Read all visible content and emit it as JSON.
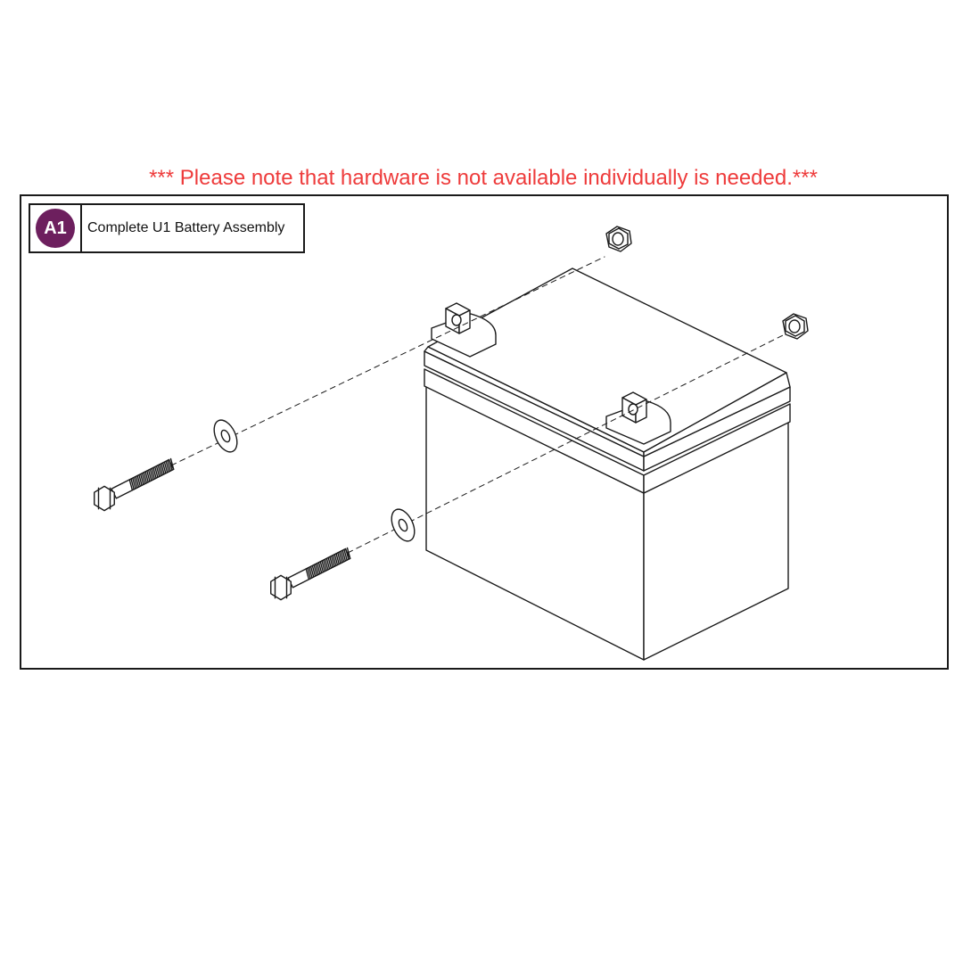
{
  "notice": "*** Please note that hardware is not available individually is needed.***",
  "legend": {
    "badge": "A1",
    "label": "Complete U1 Battery Assembly"
  },
  "colors": {
    "notice": "#ee3b3b",
    "badge": "#6d1f5e",
    "line": "#1a1a1a",
    "fill": "#ffffff"
  },
  "parts": [
    "battery",
    "terminal",
    "hex-nut",
    "flat-washer",
    "hex-bolt"
  ]
}
